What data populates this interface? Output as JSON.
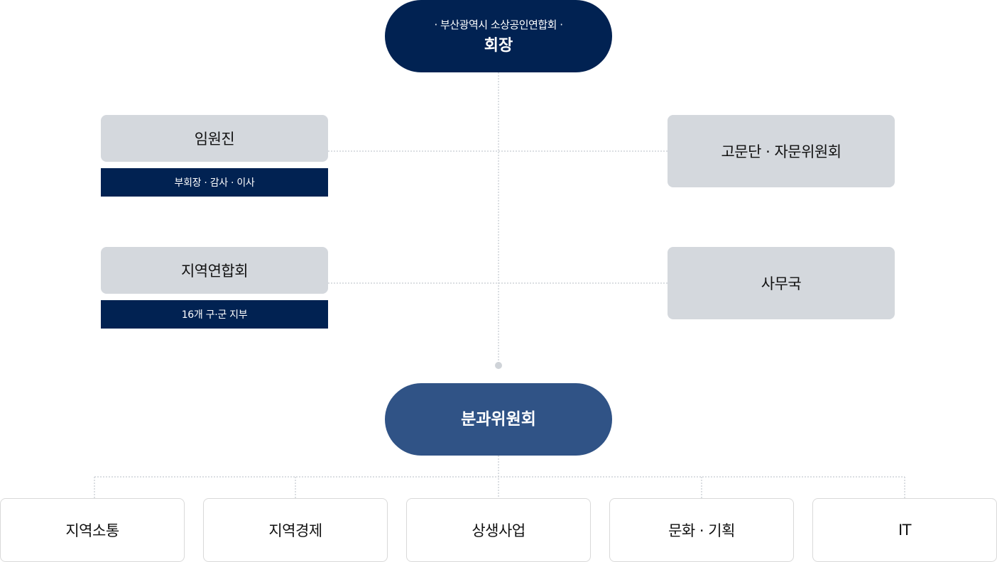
{
  "president": {
    "subtitle": "· 부산광역시 소상공인연합회 ·",
    "title": "회장"
  },
  "executives": {
    "label": "임원진",
    "sub_label": "부회장 · 감사 · 이사"
  },
  "regional": {
    "label": "지역연합회",
    "sub_label": "16개 구·군 지부"
  },
  "advisory": {
    "label": "고문단 · 자문위원회"
  },
  "secretariat": {
    "label": "사무국"
  },
  "subcommittee": {
    "title": "분과위원회"
  },
  "committees": [
    {
      "label": "지역소통"
    },
    {
      "label": "지역경제"
    },
    {
      "label": "상생사업"
    },
    {
      "label": "문화 · 기획"
    },
    {
      "label": "IT"
    }
  ],
  "colors": {
    "navy": "#012252",
    "committee_blue": "#305386",
    "box_gray": "#d4d8dd",
    "connector": "#cfd3d8"
  }
}
